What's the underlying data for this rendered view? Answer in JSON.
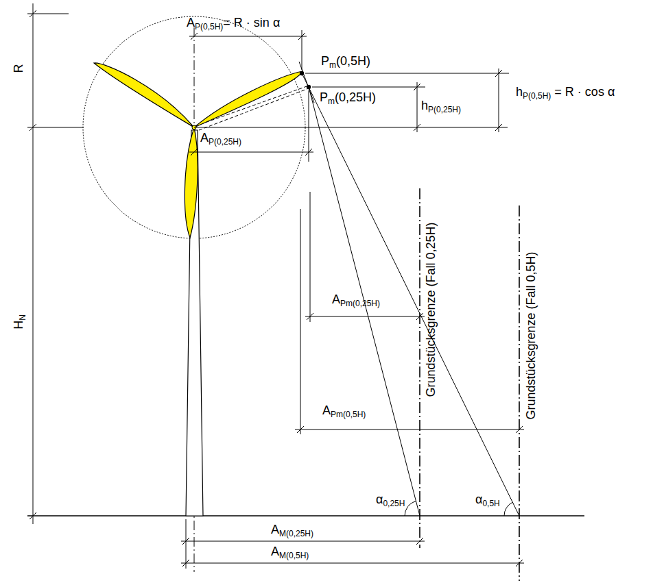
{
  "diagram": {
    "labels": [
      "R",
      "H",
      "N",
      "A",
      "P(0,5H)",
      "= R · sin α",
      "P",
      "m",
      "(0,5H)",
      "P",
      "m",
      "(0,25H)",
      "h",
      "P(0,25H)",
      "h",
      "P(0,5H)",
      "= R · cos α",
      "A",
      "P(0,25H)",
      "Grundstücksgrenze (Fall 0,25H)",
      "Grundstücksgrenze (Fall 0,5H)",
      "A",
      "Pm(0,25H)",
      "A",
      "Pm(0,5H)",
      "α",
      "0,25H",
      "α",
      "0,5H",
      "A",
      "M(0,25H)",
      "A",
      "M(0,5H)"
    ]
  }
}
